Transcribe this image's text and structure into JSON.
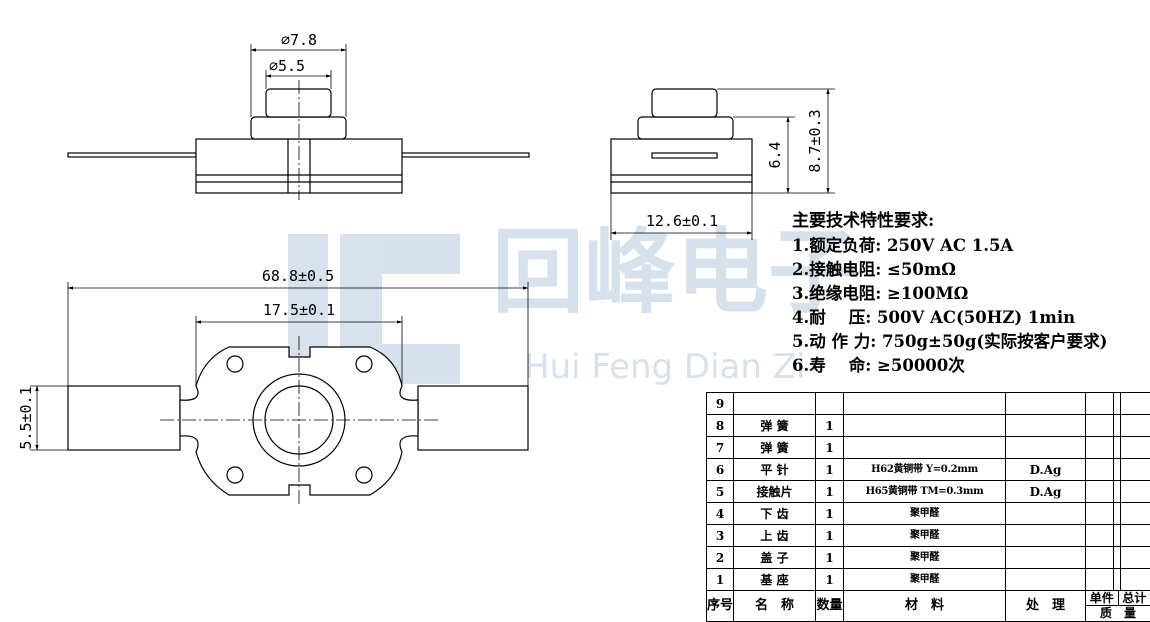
{
  "dimensions": {
    "button_outer_dia": "⌀7.8",
    "button_inner_dia": "⌀5.5",
    "side_width": "12.6±0.1",
    "side_height_body": "6.4",
    "side_height_total": "8.7±0.3",
    "overall_length": "68.8±0.5",
    "body_width": "17.5±0.1",
    "terminal_width": "5.5±0.1"
  },
  "watermark": {
    "title": "回峰电子",
    "subtitle": "Hui Feng Dian Zi"
  },
  "specs": {
    "title": "主要技术特性要求:",
    "items": [
      "1.额定负荷: 250V AC 1.5A",
      "2.接触电阻: ≤50mΩ",
      "3.绝缘电阻: ≥100MΩ",
      "4.耐    压: 500V AC(50HZ) 1min",
      "5.动 作 力: 750g±50g(实际按客户要求)",
      "6.寿    命: ≥50000次"
    ]
  },
  "bom": {
    "rows": [
      {
        "no": "9",
        "name": "",
        "qty": "",
        "material": "",
        "treatment": ""
      },
      {
        "no": "8",
        "name": "弹 簧",
        "qty": "1",
        "material": "",
        "treatment": ""
      },
      {
        "no": "7",
        "name": "弹 簧",
        "qty": "1",
        "material": "",
        "treatment": ""
      },
      {
        "no": "6",
        "name": "平 针",
        "qty": "1",
        "material": "H62黄铜带 Y=0.2mm",
        "treatment": "D.Ag"
      },
      {
        "no": "5",
        "name": "接触片",
        "qty": "1",
        "material": "H65黄铜带 TM=0.3mm",
        "treatment": "D.Ag"
      },
      {
        "no": "4",
        "name": "下 齿",
        "qty": "1",
        "material": "聚甲醛",
        "treatment": ""
      },
      {
        "no": "3",
        "name": "上 齿",
        "qty": "1",
        "material": "聚甲醛",
        "treatment": ""
      },
      {
        "no": "2",
        "name": "盖 子",
        "qty": "1",
        "material": "聚甲醛",
        "treatment": ""
      },
      {
        "no": "1",
        "name": "基 座",
        "qty": "1",
        "material": "聚甲醛",
        "treatment": ""
      }
    ],
    "header": {
      "no": "序号",
      "name": "名　称",
      "qty": "数量",
      "material": "材　料",
      "treatment": "处　理",
      "unit_weight": "单件",
      "total_weight": "总计",
      "weight": "质　量"
    }
  }
}
